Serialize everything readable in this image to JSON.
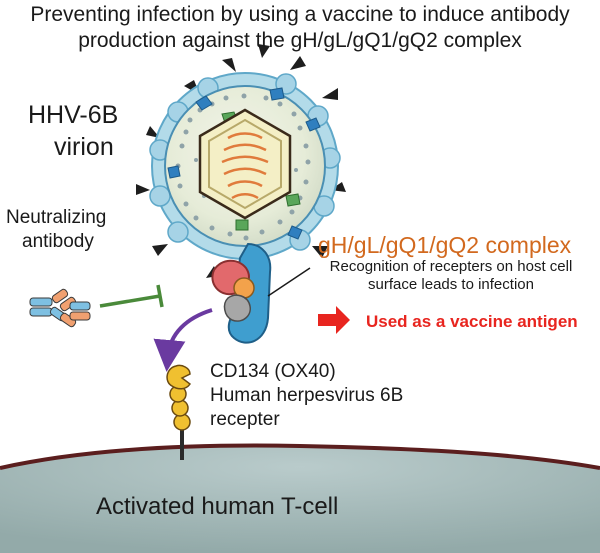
{
  "title": {
    "line1": "Preventing infection by using a vaccine to induce antibody",
    "line2": "production against the gH/gL/gQ1/gQ2 complex"
  },
  "virion": {
    "line1": "HHV-6B",
    "line2": "virion"
  },
  "antibody": {
    "line1": "Neutralizing",
    "line2": "antibody"
  },
  "complex": {
    "name": "gH/gL/gQ1/gQ2 complex",
    "desc_line1": "Recognition of recepters on host cell",
    "desc_line2": "surface leads to infection"
  },
  "vaccine": {
    "label": "Used as a vaccine antigen"
  },
  "receptor": {
    "line1": "CD134 (OX40)",
    "line2": "Human herpesvirus 6B",
    "line3": "recepter"
  },
  "cell": {
    "label": "Activated human T-cell"
  },
  "colors": {
    "complex_text": "#d2691e",
    "vaccine_text": "#e8251f",
    "vaccine_arrow": "#e8251f",
    "inhibit_line": "#4a8a3a",
    "curved_arrow": "#6a3aa0",
    "cell_fill": "#a9bcbc"
  },
  "icons": [
    "virion",
    "antibody",
    "glycoprotein-complex",
    "receptor",
    "t-cell-membrane",
    "inhibition-bar",
    "curved-arrow",
    "right-arrow"
  ]
}
